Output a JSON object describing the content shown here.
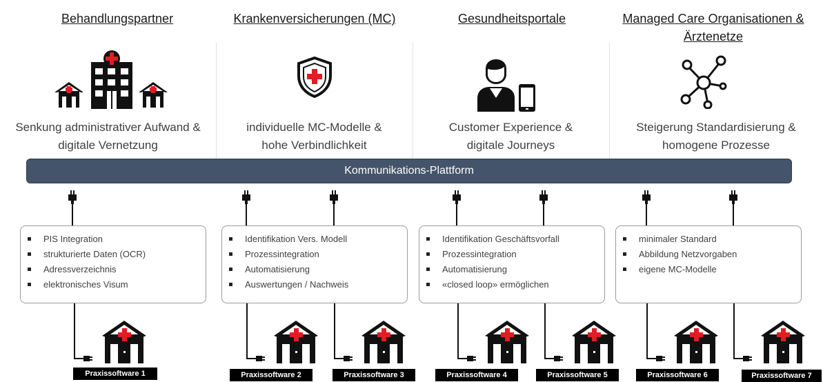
{
  "columns": [
    {
      "title": "Behandlungspartner",
      "benefit_line1": "Senkung administrativer Aufwand &",
      "benefit_line2": "digitale Vernetzung",
      "bullets": [
        "PIS Integration",
        "strukturierte Daten (OCR)",
        "Adressverzeichnis",
        "elektronisches Visum"
      ]
    },
    {
      "title": "Krankenversicherungen (MC)",
      "benefit_line1": "individuelle MC-Modelle &",
      "benefit_line2": "hohe Verbindlichkeit",
      "bullets": [
        "Identifikation Vers. Modell",
        "Prozessintegration",
        "Automatisierung",
        "Auswertungen / Nachweis"
      ]
    },
    {
      "title": "Gesundheitsportale",
      "benefit_line1": "Customer Experience &",
      "benefit_line2": "digitale Journeys",
      "bullets": [
        "Identifikation Geschäftsvorfall",
        "Prozessintegration",
        "Automatisierung",
        "«closed loop» ermöglichen"
      ]
    },
    {
      "title_line1": "Managed Care Organisationen &",
      "title_line2": "Ärztenetze",
      "benefit_line1": "Steigerung Standardisierung &",
      "benefit_line2": "homogene Prozesse",
      "bullets": [
        "minimaler Standard",
        "Abbildung Netzvorgaben",
        "eigene MC-Modelle"
      ]
    }
  ],
  "platform_label": "Kommunikations-Plattform",
  "practice_labels": [
    "Praxissoftware 1",
    "Praxissoftware 2",
    "Praxissoftware 3",
    "Praxissoftware 4",
    "Praxissoftware 5",
    "Praxissoftware 6",
    "Praxissoftware 7"
  ],
  "colors": {
    "platform_bar": "#44546a",
    "icon_red": "#e31c23",
    "icon_dark": "#111111"
  },
  "icons": [
    "hospital-group-icon",
    "shield-cross-icon",
    "user-smartphone-icon",
    "network-icon",
    "plug-icon",
    "practice-building-icon"
  ]
}
